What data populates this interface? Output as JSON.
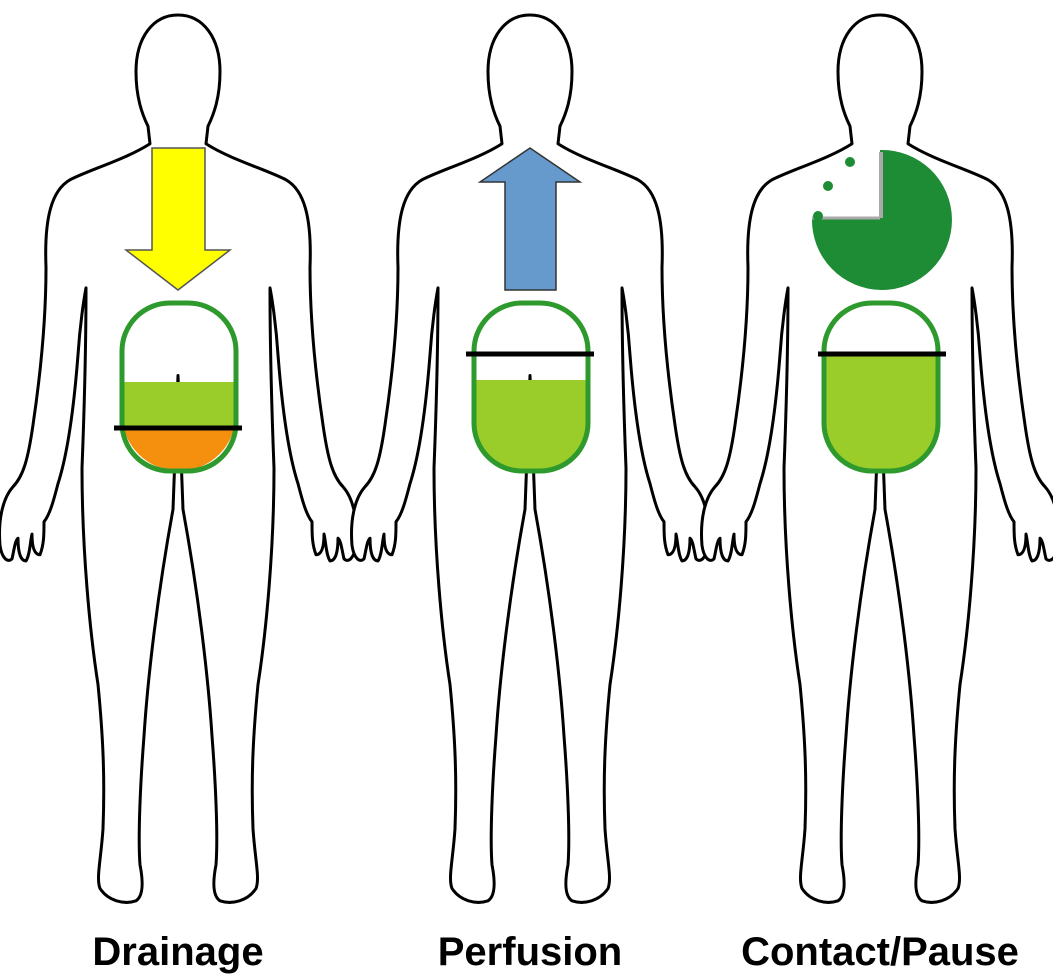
{
  "panels": [
    {
      "id": "drainage",
      "label": "Drainage",
      "arrow": "down",
      "fill_level": 0.5,
      "line_level": 0.77
    },
    {
      "id": "perfusion",
      "label": "Perfusion",
      "arrow": "up",
      "fill_level": 0.55,
      "line_level": 0.33
    },
    {
      "id": "contact",
      "label": "Contact/Pause",
      "arrow": "none",
      "fill_level": 0.67,
      "line_level": 0.32
    }
  ],
  "colors": {
    "body_outline": "#000000",
    "drainage_arrow": "#ffff00",
    "perfusion_arrow": "#6699cc",
    "container_outline": "#2e9a2e",
    "fluid": "#9acd2a",
    "waste": "#f5900e",
    "timer": "#1e8c34"
  },
  "icons": [
    "body-silhouette",
    "down-arrow",
    "up-arrow",
    "fluid-container",
    "pause-timer"
  ]
}
